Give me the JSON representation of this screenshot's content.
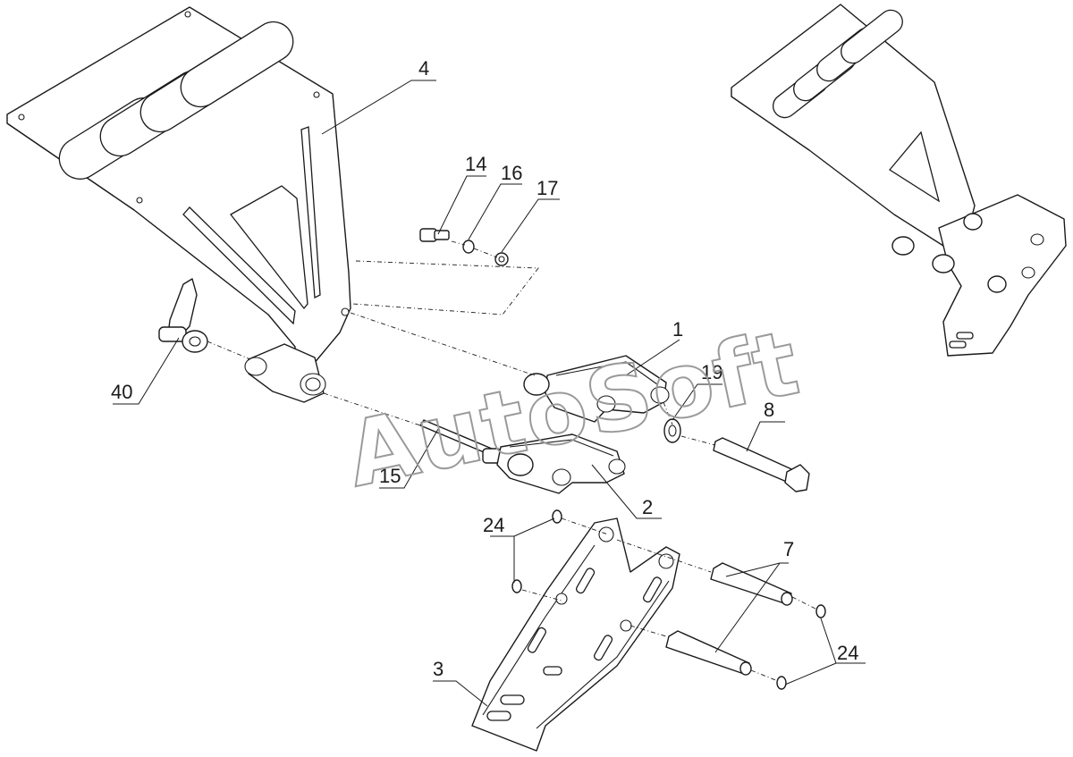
{
  "watermark": "AutoSoft",
  "callouts": {
    "c1": "1",
    "c2": "2",
    "c3": "3",
    "c4": "4",
    "c7": "7",
    "c8": "8",
    "c14": "14",
    "c15": "15",
    "c16": "16",
    "c17": "17",
    "c19": "19",
    "c24a": "24",
    "c24b": "24",
    "c40": "40"
  }
}
